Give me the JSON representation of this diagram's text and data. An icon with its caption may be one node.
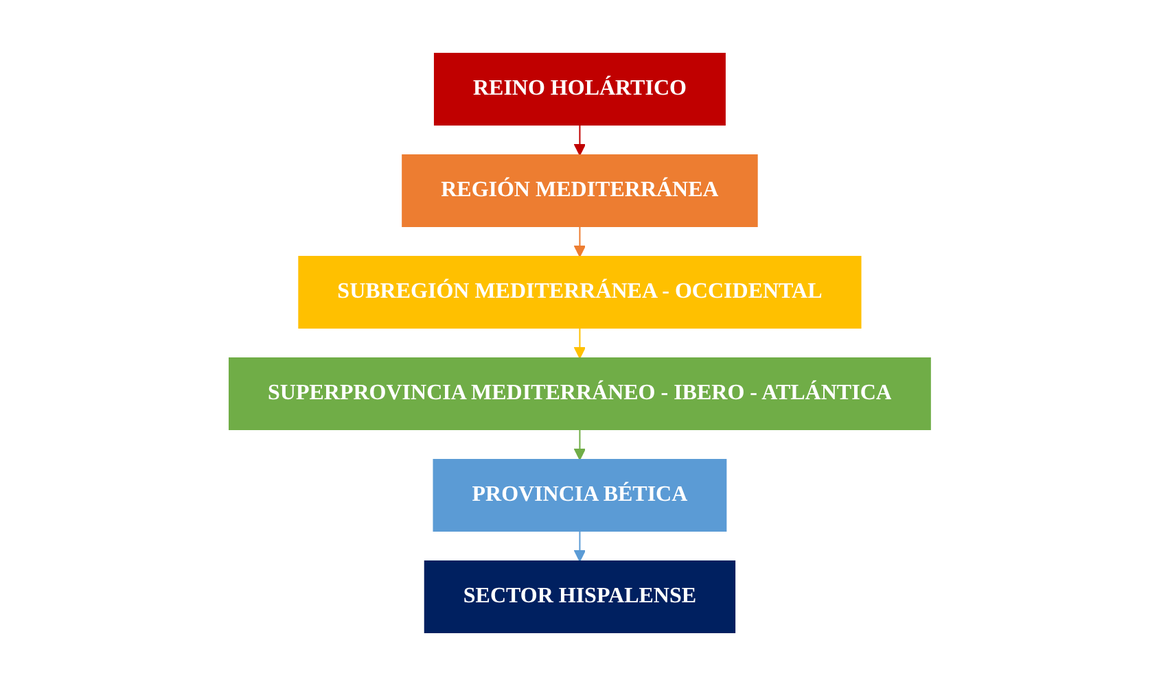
{
  "diagram": {
    "nodes": [
      {
        "text": [
          "REINO HOLÁRTICO"
        ]
      },
      {
        "text": [
          "REGIÓN MEDITERRÁNEA"
        ]
      },
      {
        "text": [
          "SUBREGIÓN MEDITERRÁNEA - OCCIDENTAL"
        ]
      },
      {
        "text": [
          "SUPERPROVINCIA MEDITERRÁNEO - IBERO - ATLÁNTICA"
        ]
      },
      {
        "text": [
          "PROVINCIA BÉTICA"
        ]
      },
      {
        "text": [
          "SECTOR HISPALENSE"
        ]
      }
    ],
    "edges": [
      {
        "from": 0,
        "to": 1,
        "arrow": "to",
        "color": "#c00000"
      },
      {
        "from": 1,
        "to": 2,
        "arrow": "to",
        "color": "#ed7d31"
      },
      {
        "from": 2,
        "to": 3,
        "arrow": "to",
        "color": "#ffc000"
      },
      {
        "from": 3,
        "to": 4,
        "arrow": "to",
        "color": "#70ad47"
      },
      {
        "from": 4,
        "to": 5,
        "arrow": "to",
        "color": "#5b9bd5"
      }
    ]
  }
}
